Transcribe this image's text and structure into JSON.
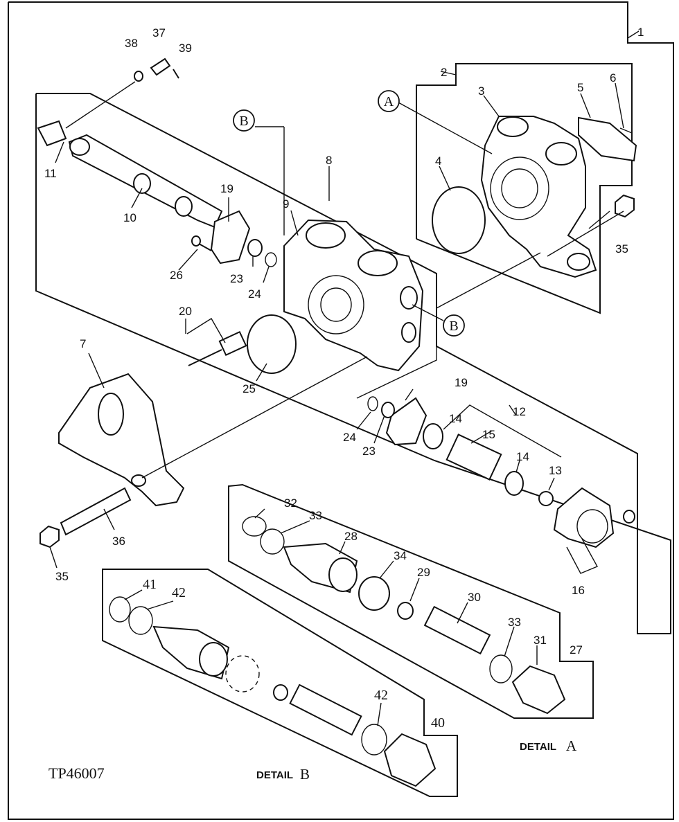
{
  "figure_id": "TP46007",
  "details": [
    {
      "prefix": "DETAIL",
      "letter": "A"
    },
    {
      "prefix": "DETAIL",
      "letter": "B"
    }
  ],
  "reference_markers": [
    "A",
    "B"
  ],
  "callouts": [
    "1",
    "2",
    "3",
    "4",
    "5",
    "6",
    "7",
    "8",
    "9",
    "10",
    "11",
    "12",
    "13",
    "14",
    "15",
    "16",
    "19",
    "20",
    "23",
    "24",
    "25",
    "26",
    "27",
    "28",
    "29",
    "30",
    "31",
    "32",
    "33",
    "34",
    "35",
    "36",
    "37",
    "38",
    "39",
    "40",
    "41",
    "42"
  ]
}
